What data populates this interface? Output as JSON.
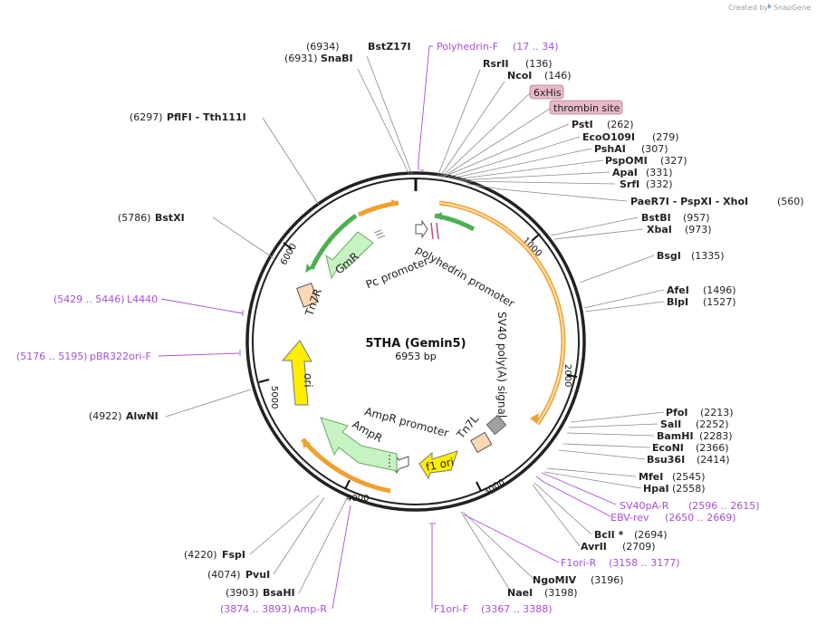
{
  "credit": {
    "prefix": "Created by",
    "brand": "SnapGene"
  },
  "plasmid": {
    "name": "5THA (Gemin5)",
    "size_label": "6953 bp",
    "length": 6953
  },
  "ticks": [
    "1000",
    "2000",
    "3000",
    "4000",
    "5000",
    "6000"
  ],
  "sites": [
    {
      "pos": "(6934)",
      "name": "BstZ17I"
    },
    {
      "pos": "(6931)",
      "name": "SnaBI"
    },
    {
      "pos": "(6297)",
      "name": "PflFI - Tth111I"
    },
    {
      "pos": "(5786)",
      "name": "BstXI"
    },
    {
      "pos": "(4922)",
      "name": "AlwNI"
    },
    {
      "pos": "(4220)",
      "name": "FspI"
    },
    {
      "pos": "(4074)",
      "name": "PvuI"
    },
    {
      "pos": "(3903)",
      "name": "BsaHI"
    },
    {
      "name": "RsrII",
      "pos": "(136)"
    },
    {
      "name": "NcoI",
      "pos": "(146)"
    },
    {
      "name": "PstI",
      "pos": "(262)"
    },
    {
      "name": "EcoO109I",
      "pos": "(279)"
    },
    {
      "name": "PshAI",
      "pos": "(307)"
    },
    {
      "name": "PspOMI",
      "pos": "(327)"
    },
    {
      "name": "ApaI",
      "pos": "(331)"
    },
    {
      "name": "SrfI",
      "pos": "(332)"
    },
    {
      "name": "PaeR7I - PspXI - XhoI",
      "pos": "(560)"
    },
    {
      "name": "BstBI",
      "pos": "(957)"
    },
    {
      "name": "XbaI",
      "pos": "(973)"
    },
    {
      "name": "BsgI",
      "pos": "(1335)"
    },
    {
      "name": "AfeI",
      "pos": "(1496)"
    },
    {
      "name": "BlpI",
      "pos": "(1527)"
    },
    {
      "name": "PfoI",
      "pos": "(2213)"
    },
    {
      "name": "SalI",
      "pos": "(2252)"
    },
    {
      "name": "BamHI",
      "pos": "(2283)"
    },
    {
      "name": "EcoNI",
      "pos": "(2366)"
    },
    {
      "name": "Bsu36I",
      "pos": "(2414)"
    },
    {
      "name": "MfeI",
      "pos": "(2545)"
    },
    {
      "name": "HpaI",
      "pos": "(2558)"
    },
    {
      "name": "BclI *",
      "pos": "(2694)"
    },
    {
      "name": "AvrII",
      "pos": "(2709)"
    },
    {
      "name": "NgoMIV",
      "pos": "(3196)"
    },
    {
      "name": "NaeI",
      "pos": "(3198)"
    }
  ],
  "tags": [
    "6xHis",
    "thrombin site"
  ],
  "primers": [
    {
      "name": "Polyhedrin-F",
      "range": "(17 .. 34)"
    },
    {
      "name": "SV40pA-R",
      "range": "(2596 .. 2615)"
    },
    {
      "name": "EBV-rev",
      "range": "(2650 .. 2669)"
    },
    {
      "name": "F1ori-R",
      "range": "(3158 .. 3177)"
    },
    {
      "name": "F1ori-F",
      "range": "(3367 .. 3388)"
    },
    {
      "name": "Amp-R",
      "range": "(3874 .. 3893)"
    },
    {
      "name": "pBR322ori-F",
      "range": "(5176 .. 5195)"
    },
    {
      "name": "L4440",
      "range": "(5429 .. 5446)"
    }
  ],
  "features": [
    "polyhedrin promoter",
    "SV40 poly(A) signal",
    "Tn7L",
    "f1 ori",
    "AmpR promoter",
    "AmpR",
    "ori",
    "Tn7R",
    "GmR",
    "Pc promoter"
  ],
  "colors": {
    "backbone": "#222222",
    "orange_arc": "#f0a030",
    "green_arc": "#4caf50",
    "gmr": "#c7f2c2",
    "ampr": "#c7f2c2",
    "yellow": "#ffee00",
    "tn7": "#fcd7b5",
    "primer": "#a64fd8",
    "tag": "#e8b8c6"
  }
}
